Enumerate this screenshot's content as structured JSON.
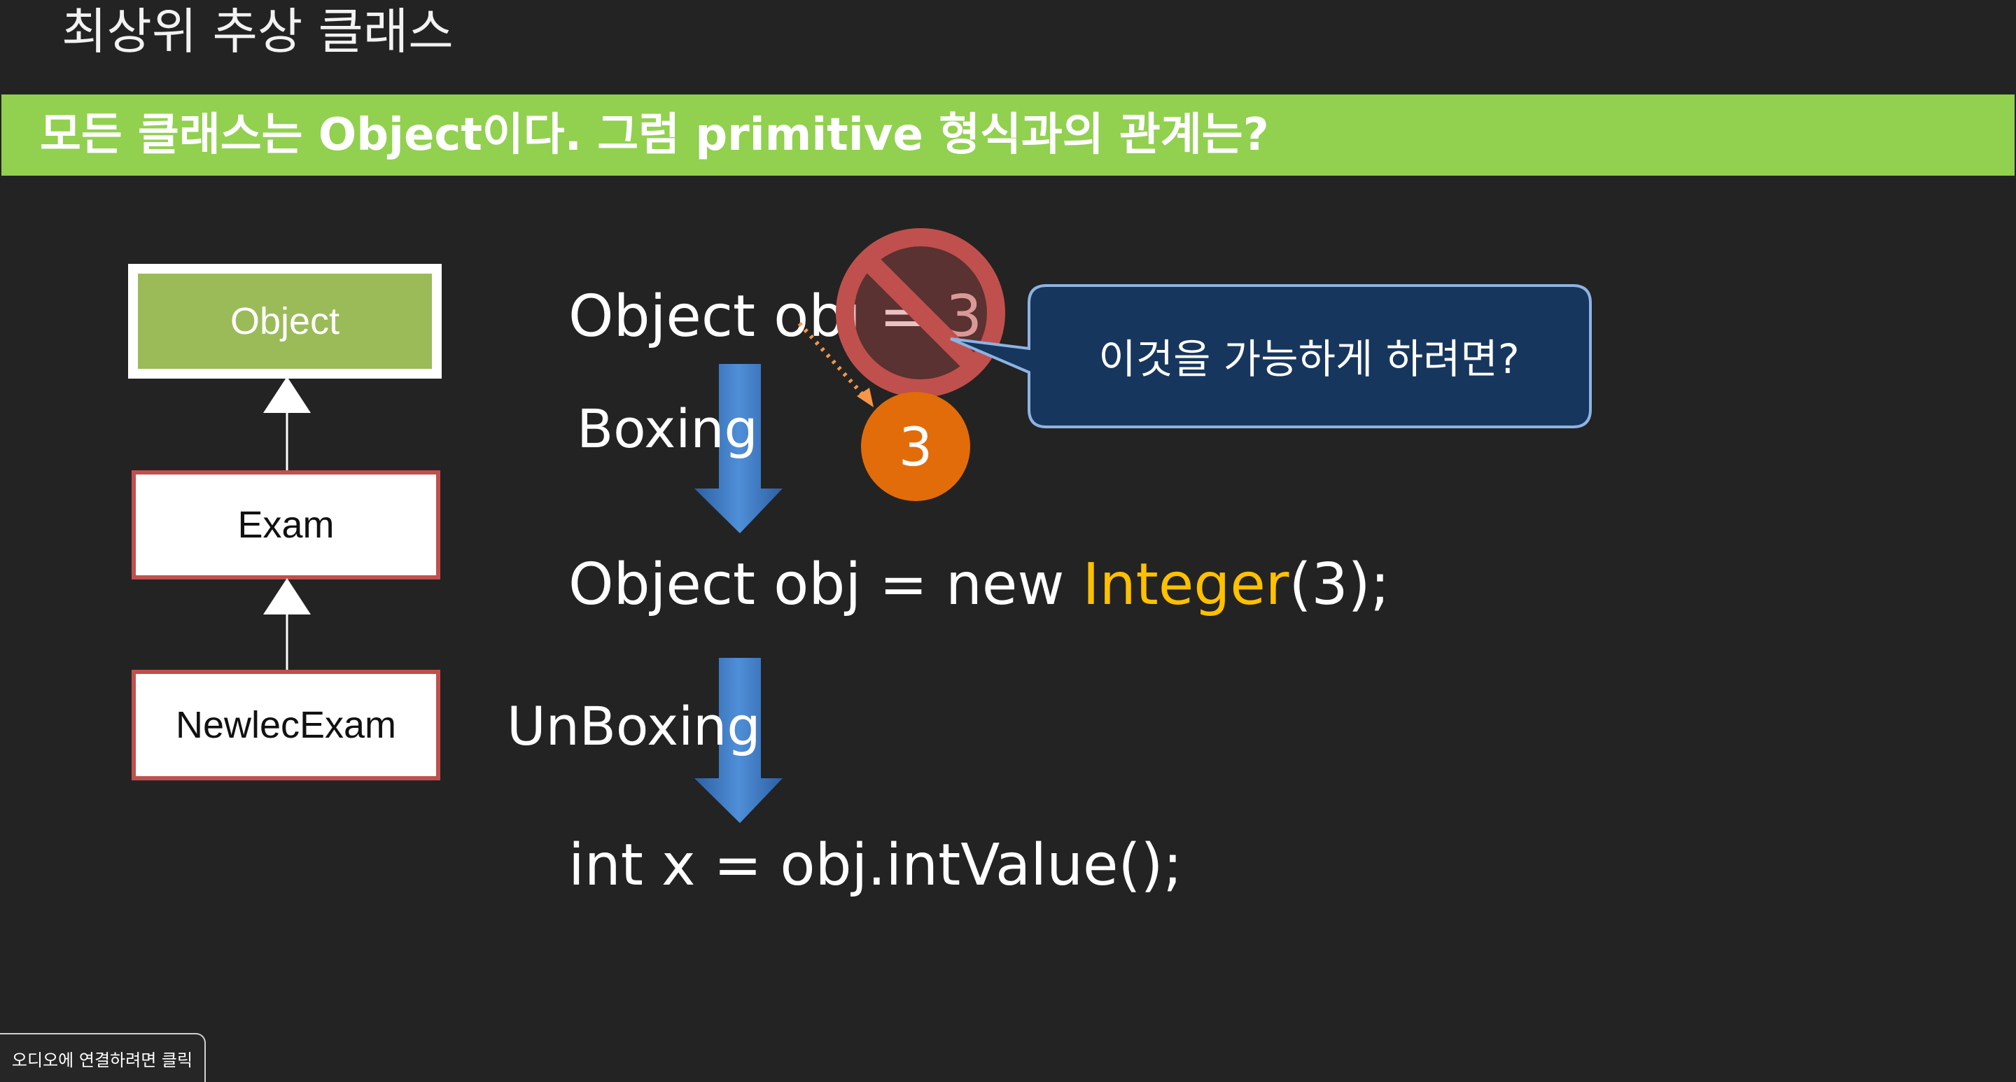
{
  "slide": {
    "title": "최상위 추상 클래스",
    "subtitle": "모든 클래스는 Object이다. 그럼 primitive 형식과의 관계는?"
  },
  "hierarchy": {
    "object": "Object",
    "exam": "Exam",
    "newlec": "NewlecExam"
  },
  "code": {
    "line1_prefix": "Object obj = ",
    "line1_value": "3;",
    "boxing_label": "Boxing",
    "line2_prefix": "Object obj = new ",
    "line2_type": "Integer",
    "line2_suffix": "(3);",
    "unboxing_label": "UnBoxing",
    "line3": "int x = obj.intValue();"
  },
  "value_circle": "3",
  "callout": "이것을 가능하게 하려면?",
  "audio_button": "오디오에 연결하려면 클릭",
  "colors": {
    "background": "#232323",
    "subtitle_bar": "#92d050",
    "object_box": "#9bbb59",
    "class_border": "#c0504d",
    "highlight": "#ffc000",
    "arrow_blue": "#4f81bd",
    "orange": "#e36c0a",
    "callout_fill": "#17365d",
    "callout_border": "#8db3e2",
    "prohibit_red": "#c0504d"
  },
  "icons": [
    "prohibited-icon",
    "up-arrow-icon",
    "down-arrow-icon"
  ]
}
